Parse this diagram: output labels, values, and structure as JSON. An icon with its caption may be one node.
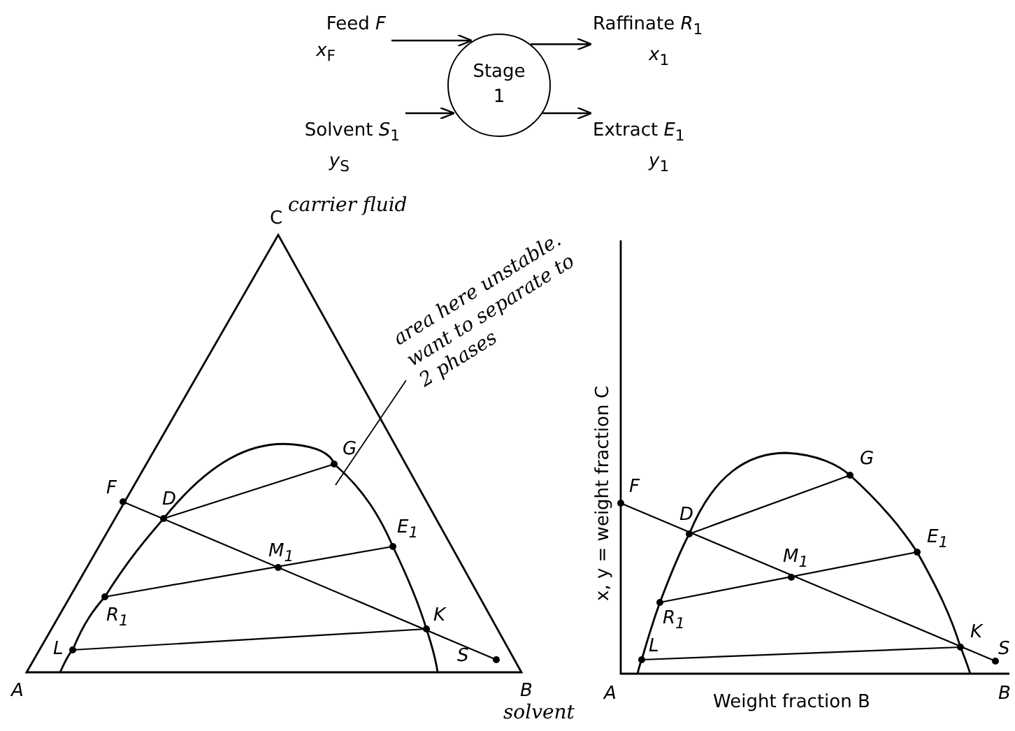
{
  "diagram": {
    "nodes": [
      {
        "text": [
          "Feed *F*",
          "*x*$_{F}$"
        ]
      },
      {
        "text": [
          "Solvent *S*$_{1}$",
          "*y*$_{S}$"
        ]
      },
      {
        "text": [
          "Stage 1"
        ]
      },
      {
        "text": [
          "Raffinate *R*$_{1}$",
          "*x*$_{1}$"
        ]
      },
      {
        "text": [
          "Extract *E*$_{1}$",
          "*y*$_{1}$"
        ]
      },
      {
        "text": [
          "area here unstable. want to separate to 2 phases"
        ]
      }
    ],
    "edges": [
      {
        "from": 0,
        "to": 2,
        "arrow": "to"
      },
      {
        "from": 1,
        "to": 2,
        "arrow": "to"
      },
      {
        "from": 2,
        "to": 3,
        "arrow": "to"
      },
      {
        "from": 2,
        "to": 4,
        "arrow": "to"
      },
      {
        "from": 5,
        "to": null,
        "arrow": "none"
      }
    ],
    "labels": [
      "C",
      "carrier fluid",
      "F",
      "D",
      "G",
      "M$_{1}$",
      "E$_{1}$",
      "R$_{1}$",
      "K",
      "L",
      "S",
      "A",
      "B",
      "solvent",
      "x, y = weight fraction C",
      "F",
      "D",
      "G",
      "M$_{1}$",
      "E$_{1}$",
      "R$_{1}$",
      "K",
      "L",
      "S",
      "A",
      "B",
      "Weight fraction B"
    ]
  }
}
